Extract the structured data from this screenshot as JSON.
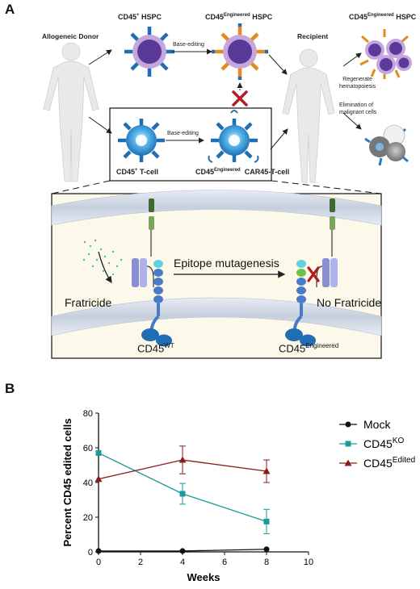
{
  "panel_a": {
    "letter": "A",
    "allogeneic_donor": "Allogeneic Donor",
    "cd45_hspc": {
      "base": "CD45",
      "sup": "+",
      "rest": " HSPC"
    },
    "base_editing_top": "Base-editing",
    "cd45_eng_hspc": {
      "base": "CD45",
      "sup": "Engineered",
      "rest": " HSPC"
    },
    "recipient": "Recipient",
    "cd45_eng_hspc_right": {
      "base": "CD45",
      "sup": "Engineered",
      "rest": " HSPC"
    },
    "regenerate": "Regenerate\nhematopoiesis",
    "elimination": "Elimination of\nmalignant cells",
    "base_editing_mid": "Base-editing",
    "cd45_tcell": {
      "base": "CD45",
      "sup": "+",
      "rest": " T-cell"
    },
    "cd45_eng_car": {
      "base": "CD45",
      "sup": "Engineered",
      "rest": "  CAR45-T-cell"
    },
    "epitope": "Epitope mutagenesis",
    "fratricide": "Fratricide",
    "no_fratricide": "No Fratricide",
    "cd45_wt": {
      "base": "CD45",
      "sup": "WT"
    },
    "cd45_eng_bottom": {
      "base": "CD45",
      "sup": "Engineered"
    }
  },
  "panel_b": {
    "letter": "B",
    "legend": {
      "mock": "Mock",
      "ko": {
        "base": "CD45",
        "sup": "KO"
      },
      "edited": {
        "base": "CD45",
        "sup": "Edited"
      }
    }
  },
  "colors": {
    "mock": "#111111",
    "ko": "#1a9a9a",
    "edited": "#8b1c1c",
    "hspc_purple": "#5b3a99",
    "tcell_blue": "#2a8fd0",
    "engineered_orange": "#e58a1f"
  },
  "chart_data": {
    "type": "line",
    "xlabel": "Weeks",
    "ylabel": "Percent CD45 edited cells",
    "xlim": [
      0,
      10
    ],
    "ylim": [
      0,
      80
    ],
    "xticks": [
      0,
      2,
      4,
      6,
      8,
      10
    ],
    "yticks": [
      0,
      20,
      40,
      60,
      80
    ],
    "grid": false,
    "legend_position": "right",
    "series": [
      {
        "name": "Mock",
        "x": [
          0,
          4,
          8
        ],
        "y": [
          0.5,
          0.5,
          1.5
        ],
        "err": [
          0,
          0,
          0
        ],
        "marker": "circle"
      },
      {
        "name": "CD45KO",
        "x": [
          0,
          4,
          8
        ],
        "y": [
          57,
          33.5,
          17.5
        ],
        "err": [
          0,
          6,
          7
        ],
        "marker": "square"
      },
      {
        "name": "CD45Edited",
        "x": [
          0,
          4,
          8
        ],
        "y": [
          42,
          53,
          46.5
        ],
        "err": [
          0,
          8,
          6.5
        ],
        "marker": "triangle"
      }
    ]
  }
}
